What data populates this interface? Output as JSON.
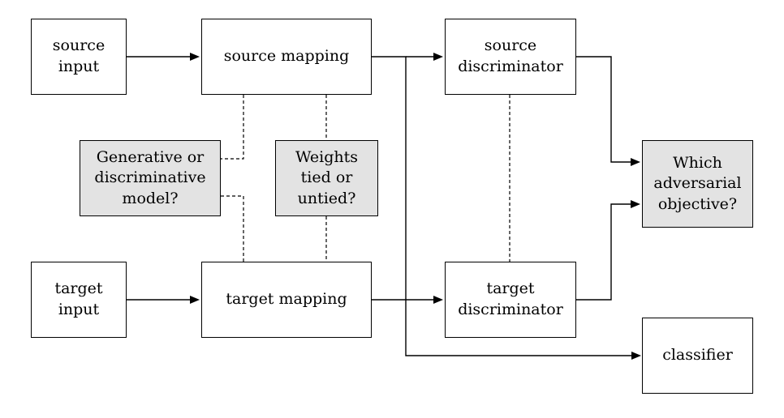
{
  "boxes": {
    "source_input": "source\ninput",
    "source_mapping": "source mapping",
    "source_discriminator": "source\ndiscriminator",
    "generative_question": "Generative or\ndiscriminative\nmodel?",
    "weights_question": "Weights\ntied or\nuntied?",
    "adversarial_question": "Which\nadversarial\nobjective?",
    "target_input": "target\ninput",
    "target_mapping": "target mapping",
    "target_discriminator": "target\ndiscriminator",
    "classifier": "classifier"
  },
  "colors": {
    "question_fill": "#e3e3e3",
    "box_fill": "#ffffff",
    "stroke": "#000000"
  }
}
